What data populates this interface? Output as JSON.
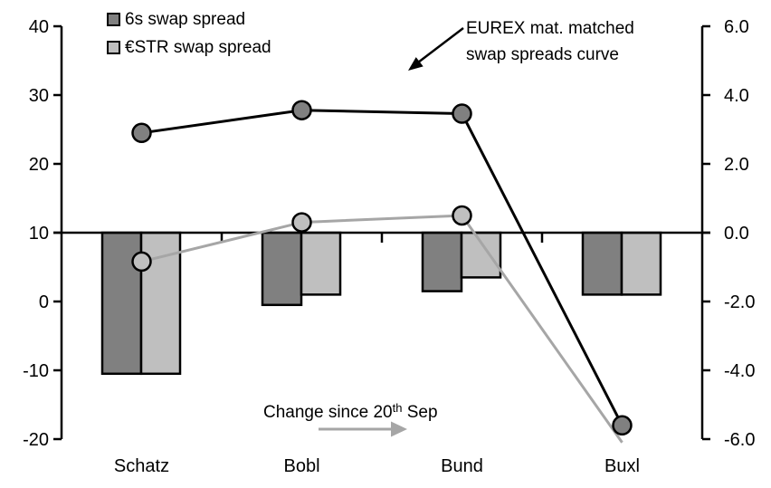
{
  "legend": {
    "items": [
      {
        "label": "6s swap spread",
        "swatch_color": "#808080"
      },
      {
        "label": "€STR swap spread",
        "swatch_color": "#bfbfbf"
      }
    ]
  },
  "annotations": {
    "curve_label_line1": "EUREX mat. matched",
    "curve_label_line2": "swap spreads curve",
    "change_prefix": "Change since 20",
    "change_sup": "th",
    "change_suffix": " Sep",
    "icons": {
      "curve_pointer": "arrow-down-left",
      "change_direction": "arrow-right"
    }
  },
  "chart_data": {
    "type": "combo-bar-line",
    "categories": [
      "Schatz",
      "Bobl",
      "Bund",
      "Buxl"
    ],
    "left_axis": {
      "ticks": [
        40,
        30,
        20,
        10,
        0,
        -10,
        -20
      ],
      "min": -20,
      "max": 40
    },
    "right_axis": {
      "tick_labels": [
        "6.0",
        "4.0",
        "2.0",
        "0.0",
        "-2.0",
        "-4.0",
        "-6.0"
      ],
      "min": -6.0,
      "max": 6.0
    },
    "bar_baseline_left_value": 10,
    "bar_series": [
      {
        "name": "6s swap spread",
        "axis": "right",
        "fill": "#808080",
        "values": [
          -4.1,
          -2.1,
          -1.7,
          -1.8
        ]
      },
      {
        "name": "€STR swap spread",
        "axis": "right",
        "fill": "#bfbfbf",
        "values": [
          -4.1,
          -1.8,
          -1.3,
          -1.8
        ]
      }
    ],
    "line_series": [
      {
        "name": "EUREX mat. matched swap spreads curve (6s)",
        "axis": "left",
        "stroke": "#000000",
        "marker_fill": "#808080",
        "values": [
          24.5,
          27.8,
          27.3,
          -18.0
        ],
        "markers": [
          true,
          true,
          true,
          true
        ]
      },
      {
        "name": "EUREX mat. matched swap spreads curve (€STR)",
        "axis": "left",
        "stroke": "#a6a6a6",
        "marker_fill": "#bfbfbf",
        "values": [
          5.8,
          11.5,
          12.5,
          -20.5
        ],
        "markers": [
          true,
          true,
          true,
          false
        ]
      }
    ],
    "colors": {
      "black": "#000000",
      "dark_gray": "#808080",
      "light_gray": "#bfbfbf",
      "line_gray": "#a6a6a6"
    },
    "grid": "off",
    "legend_position": "top-left"
  }
}
